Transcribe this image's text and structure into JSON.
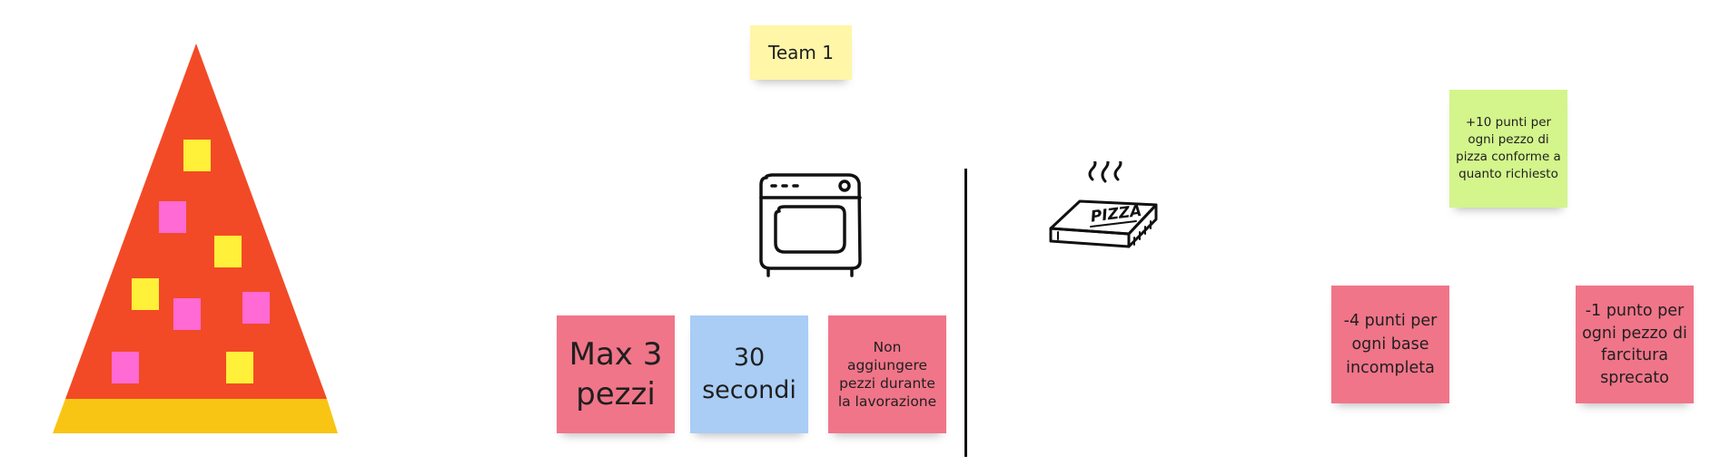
{
  "notes": {
    "team": "Team 1",
    "max_pieces": "Max 3 pezzi",
    "time": "30 secondi",
    "no_add": "Non aggiungere pezzi durante la lavorazione",
    "plus_points": "+10 punti per ogni pezzo di pizza conforme a quanto richiesto",
    "minus4": "-4 punti per ogni base incompleta",
    "minus1": "-1 punto per ogni pezzo di farcitura sprecato"
  },
  "pizza_box_label": "PIZZA",
  "icons": {
    "slice": "pizza-slice-icon",
    "oven": "oven-icon",
    "box": "pizza-box-icon"
  },
  "colors": {
    "slice_body": "#f24a26",
    "slice_crust": "#f9c514",
    "topping_yellow": "#fff03a",
    "topping_pink": "#ff6ad5",
    "note_yellow": "#fff6a8",
    "note_red": "#f07589",
    "note_blue": "#a9cdf5",
    "note_green": "#d3f58c"
  }
}
